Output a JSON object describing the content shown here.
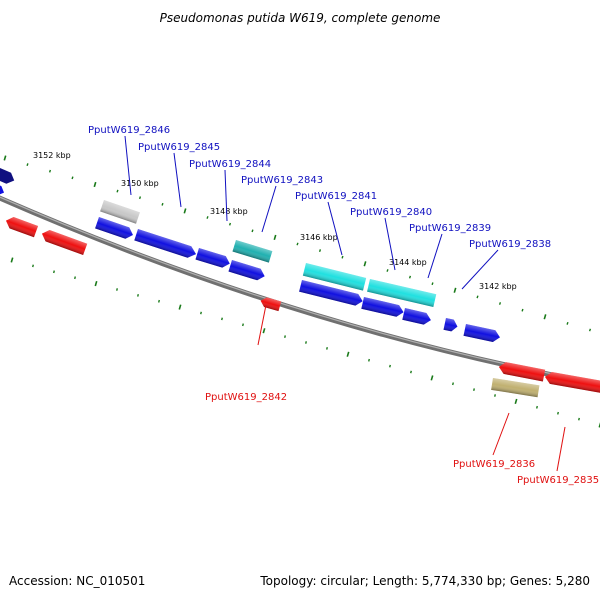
{
  "title": "Pseudomonas putida W619, complete genome",
  "accession": "Accession: NC_010501",
  "summary": "Topology: circular; Length: 5,774,330 bp; Genes: 5,280",
  "colors": {
    "backbone": "#808080",
    "tick": "#1a7a1a",
    "forward_label": "#1010c0",
    "reverse_label": "#e01010",
    "blue_gene": "#1010e0",
    "red_gene": "#ee1010",
    "cyan_gene": "#20e0e0",
    "teal_gene": "#20b0b0",
    "grey_gene": "#c8c8c8",
    "navy_gene": "#101080",
    "olive_gene": "#c0b070"
  },
  "scale_labels": [
    "3152 kbp",
    "3150 kbp",
    "3148 kbp",
    "3146 kbp",
    "3144 kbp",
    "3142 kbp"
  ],
  "gene_labels": {
    "g2846": "PputW619_2846",
    "g2845": "PputW619_2845",
    "g2844": "PputW619_2844",
    "g2843": "PputW619_2843",
    "g2841": "PputW619_2841",
    "g2840": "PputW619_2840",
    "g2839": "PputW619_2839",
    "g2838": "PputW619_2838",
    "g2842": "PputW619_2842",
    "g2836": "PputW619_2836",
    "g2835": "PputW619_2835"
  }
}
